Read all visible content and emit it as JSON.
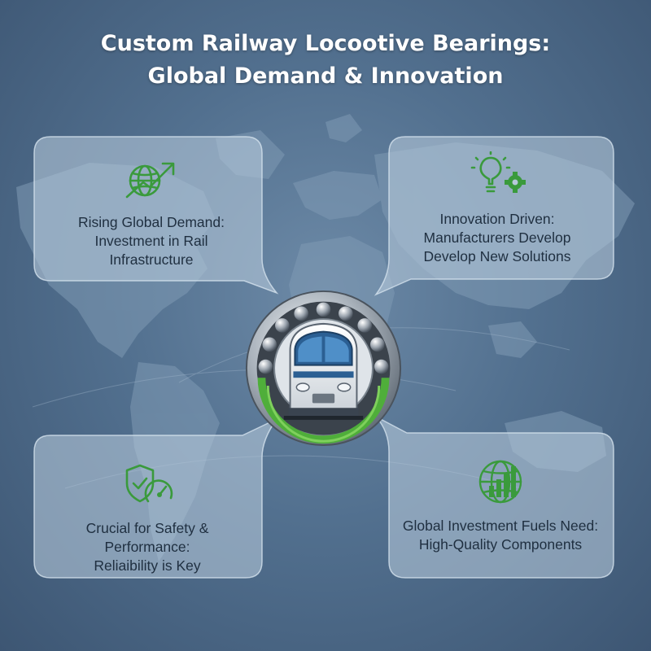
{
  "title": {
    "line1": "Custom Railway Locootive Bearings:",
    "line2": "Global Demand & Innovation"
  },
  "colors": {
    "background": "#52708f",
    "card_fill": "#b7c9db",
    "icon_green": "#3a9a3c",
    "ring_green": "#4fae3a",
    "text_dark": "#1f2f40"
  },
  "cards": {
    "top_left": {
      "icon": "globe-growth-arrow-icon",
      "lines": [
        "Rising Global Demand:",
        "Investment in Rail",
        "Infrastructure"
      ]
    },
    "top_right": {
      "icon": "lightbulb-gear-icon",
      "lines": [
        "Innovation Driven:",
        "Manufacturers Develop",
        "Develop New Solutions"
      ]
    },
    "bottom_left": {
      "icon": "shield-gauge-icon",
      "lines": [
        "Crucial for Safety &",
        "Performance:",
        "Reliaibility is Key"
      ]
    },
    "bottom_right": {
      "icon": "globe-bar-chart-icon",
      "lines": [
        "Global Investment Fuels Need:",
        "High-Quality Components"
      ]
    }
  },
  "center": {
    "icon": "train-bearing-icon"
  }
}
